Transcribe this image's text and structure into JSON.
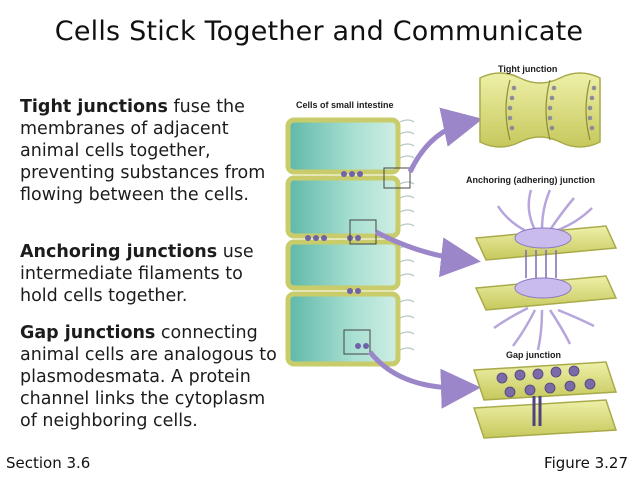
{
  "title": "Cells Stick Together and Communicate",
  "paragraphs": [
    {
      "term": "Tight junctions",
      "text": " fuse the membranes of adjacent animal cells together, preventing substances from flowing between the cells."
    },
    {
      "term": "Anchoring junctions",
      "text": " use intermediate filaments to hold cells together."
    },
    {
      "term": "Gap junctions",
      "text": " connecting animal cells are analogous to plasmodesmata. A protein channel links the cytoplasm of neighboring cells."
    }
  ],
  "figure": {
    "main_label": "Cells of small intestine",
    "tight_label": "Tight junction",
    "anchoring_label": "Anchoring (adhering) junction",
    "gap_label": "Gap junction"
  },
  "footer": {
    "section": "Section 3.6",
    "figure": "Figure 3.27"
  },
  "colors": {
    "cell_teal": "#8fd3c4",
    "membrane_yellow": "#d9dc7a",
    "arrow_purple": "#9a86c8",
    "filament_purple": "#b7a6dc"
  }
}
